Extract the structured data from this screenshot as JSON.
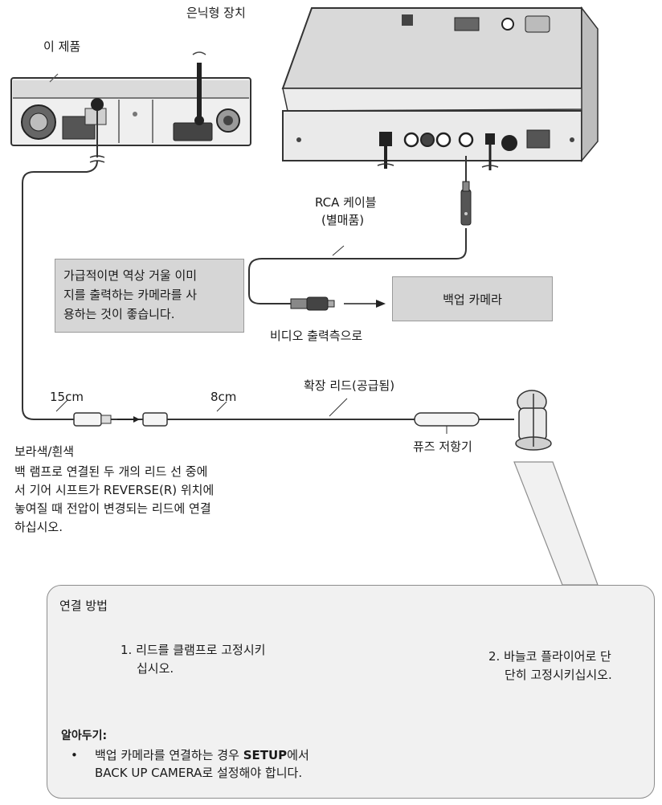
{
  "labels": {
    "this_product": "이 제품",
    "concealed_unit": "은닉형 장치",
    "rca_cable": "RCA 케이블",
    "rca_sold_separately": "(별매품)",
    "mirror_note": [
      "가급적이면 역상 거울 이미",
      "지를 출력하는 카메라를 사",
      "용하는 것이 좋습니다."
    ],
    "backup_camera": "백업 카메라",
    "to_video_output": "비디오 출력측으로",
    "extension_lead": "확장 리드(공급됨)",
    "len_15cm": "15cm",
    "len_8cm": "8cm",
    "fuse_resistor": "퓨즈 저항기",
    "wire_color": "보라색/흰색",
    "wire_instructions": [
      "백 램프로 연결된 두 개의 리드 선 중에",
      "서 기어 시프트가 REVERSE(R) 위치에",
      "놓여질 때 전압이 변경되는 리드에 연결",
      "하십시오."
    ]
  },
  "panel": {
    "title": "연결 방법",
    "step1": [
      "1. 리드를 클램프로 고정시키",
      "십시오."
    ],
    "step2": [
      "2. 바늘코 플라이어로 단",
      "단히 고정시키십시오."
    ],
    "notice_title": "알아두기:",
    "notice_parts": [
      "백업 카메라를 연결하는 경우 ",
      "SETUP",
      "에서",
      "BACK UP CAMERA",
      "로 설정해야 합니다."
    ]
  }
}
